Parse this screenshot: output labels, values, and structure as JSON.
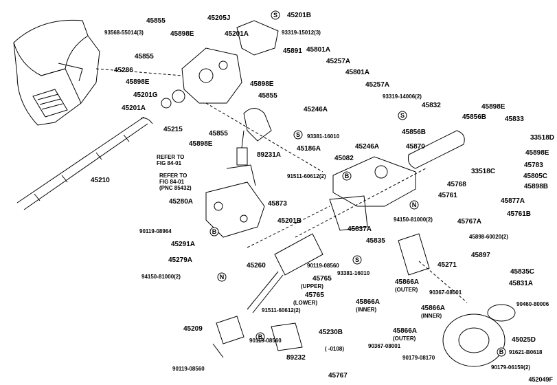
{
  "diagram_code": "452049F",
  "notes": {
    "refer_to_1": [
      "REFER TO",
      "FIG 84-01"
    ],
    "refer_to_2": [
      "REFER TO",
      "FIG 84-01",
      "(PNC 85432)"
    ],
    "upper": "(UPPER)",
    "lower": "(LOWER)",
    "inner": "(INNER)",
    "outer": "(OUTER)",
    "range_0108": "( -0108)"
  },
  "callout_letters": [
    "S",
    "B",
    "N"
  ],
  "parts": {
    "p45855a": "45855",
    "p45201b": "45201B",
    "p45205j": "45205J",
    "p93319_15012": "93319-15012(3)",
    "p93568_55014": "93568-55014(3)",
    "p45898e_a": "45898E",
    "p45201a_a": "45201A",
    "p45891": "45891",
    "p45855b": "45855",
    "p45286": "45286",
    "p45801a_a": "45801A",
    "p45257a_a": "45257A",
    "p45898e_b": "45898E",
    "p45898e_c": "45898E",
    "p45801a_b": "45801A",
    "p45855c": "45855",
    "p45257a_b": "45257A",
    "p45201g": "45201G",
    "p93319_14006": "93319-14006(2)",
    "p45201a_b": "45201A",
    "p45246a_a": "45246A",
    "p45832": "45832",
    "p45898e_d": "45898E",
    "p45833": "45833",
    "p45215": "45215",
    "p45855d": "45855",
    "p93381_16010a": "93381-16010",
    "p45856b": "45856B",
    "p33518d": "33518D",
    "p45898e_e": "45898E",
    "p45186a": "45186A",
    "p45246a_b": "45246A",
    "p45870": "45870",
    "p45898e_f": "45898E",
    "p89231a": "89231A",
    "p45082": "45082",
    "p45783": "45783",
    "p33518c": "33518C",
    "p45210": "45210",
    "p91511_60612a": "91511-60612(2)",
    "p45805c": "45805C",
    "p45768": "45768",
    "p45898b": "45898B",
    "p45280a": "45280A",
    "p45873": "45873",
    "p45761": "45761",
    "p45877a": "45877A",
    "p94150_81000a": "94150-81000(2)",
    "p45201b_b": "45201B",
    "p45767a": "45767A",
    "p45761b": "45761B",
    "p90119_08964": "90119-08964",
    "p45837a": "45837A",
    "p45898_60020": "45898-60020(2)",
    "p45291a": "45291A",
    "p45835": "45835",
    "p45279a": "45279A",
    "p45260": "45260",
    "p90119_08560a": "90119-08560",
    "p45271": "45271",
    "p45897": "45897",
    "p93381_16010b": "93381-16010",
    "p45835c": "45835C",
    "p94150_81000b": "94150-81000(2)",
    "p45765a": "45765",
    "p45866a_a": "45866A",
    "p45831a": "45831A",
    "p90367_08001a": "90367-08001",
    "p45765b": "45765",
    "p45866a_b": "45866A",
    "p45866a_c": "45866A",
    "p90460_80006": "90460-80006",
    "p91511_60612b": "91511-60612(2)",
    "p45209": "45209",
    "p45230b": "45230B",
    "p45025d": "45025D",
    "p45866a_d": "45866A",
    "p90119_08560b": "90119-08560",
    "p90367_08001b": "90367-08001",
    "p91621_b0618": "91621-B0618",
    "p90119_08560c": "90119-08560",
    "p89232": "89232",
    "p90179_08170": "90179-08170",
    "p90179_06159": "90179-06159(2)",
    "p45767": "45767"
  }
}
